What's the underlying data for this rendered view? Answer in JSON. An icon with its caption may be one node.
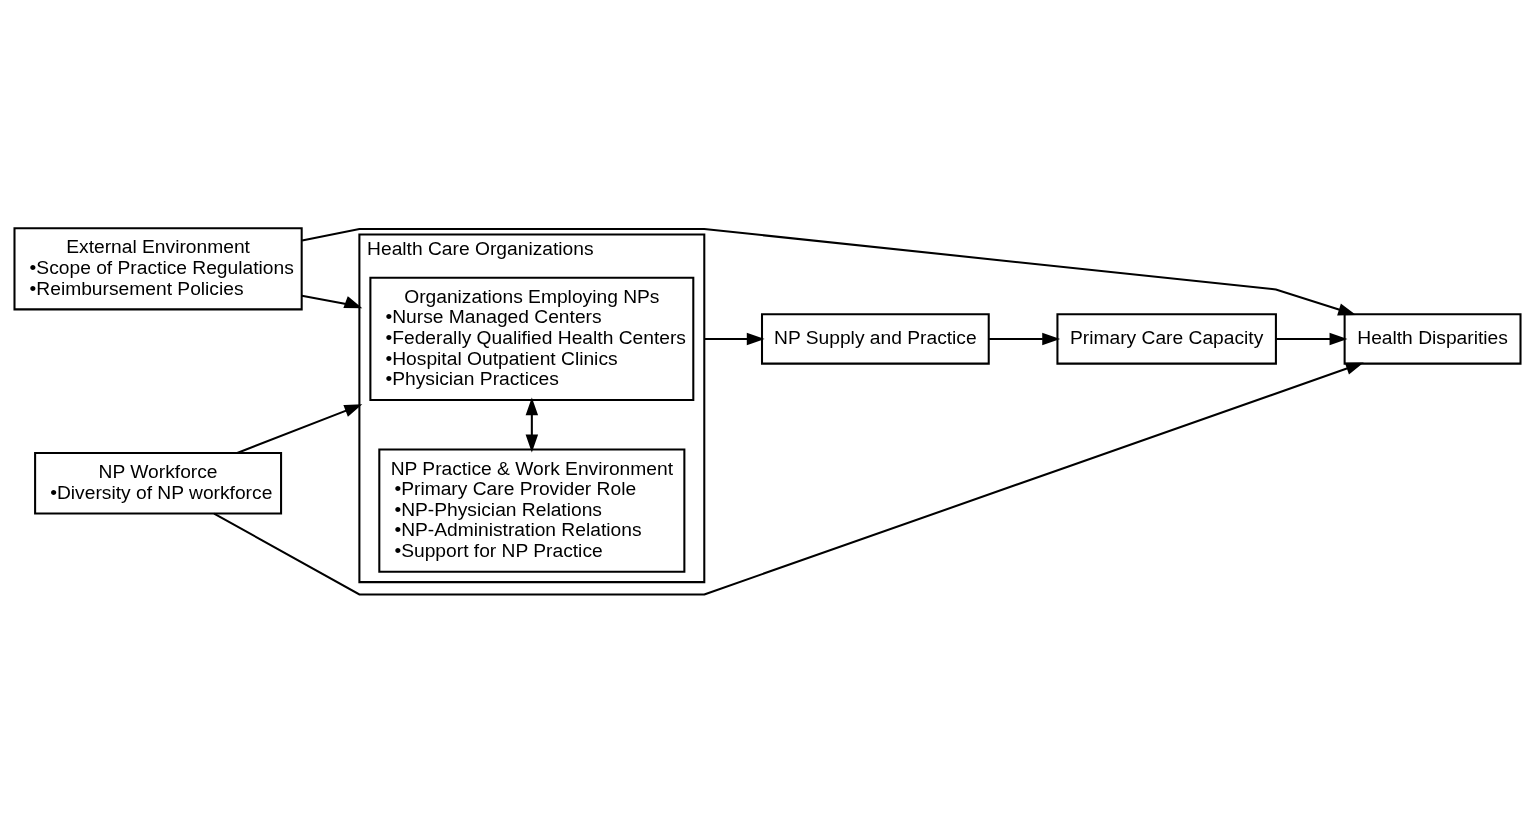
{
  "diagram": {
    "nodes": [
      {
        "text": [
          "External Environment",
          "•Scope of Practice Regulations",
          "•Reimbursement Policies"
        ]
      },
      {
        "text": [
          "NP Workforce",
          "•Diversity of NP workforce"
        ]
      },
      {
        "text": [
          "Health Care Organizations"
        ]
      },
      {
        "text": [
          "Organizations Employing NPs",
          "•Nurse Managed Centers",
          "•Federally Qualified Health Centers",
          "•Hospital Outpatient Clinics",
          "•Physician Practices"
        ],
        "in": 2
      },
      {
        "text": [
          "NP Practice & Work Environment",
          "•Primary Care Provider Role",
          "•NP-Physician Relations",
          "•NP-Administration Relations",
          "•Support for NP Practice"
        ],
        "in": 2
      },
      {
        "text": [
          "NP Supply and Practice"
        ]
      },
      {
        "text": [
          "Primary Care Capacity"
        ]
      },
      {
        "text": [
          "Health Disparities"
        ]
      }
    ],
    "edges": [
      {
        "from": 0,
        "to": 2,
        "arrow": "to"
      },
      {
        "from": 1,
        "to": 2,
        "arrow": "to"
      },
      {
        "from": 3,
        "to": 4,
        "arrow": "both"
      },
      {
        "from": 2,
        "to": 5,
        "arrow": "to"
      },
      {
        "from": 5,
        "to": 6,
        "arrow": "to"
      },
      {
        "from": 6,
        "to": 7,
        "arrow": "to"
      },
      {
        "from": 0,
        "to": 7,
        "arrow": "to"
      },
      {
        "from": 1,
        "to": 7,
        "arrow": "to"
      }
    ]
  }
}
